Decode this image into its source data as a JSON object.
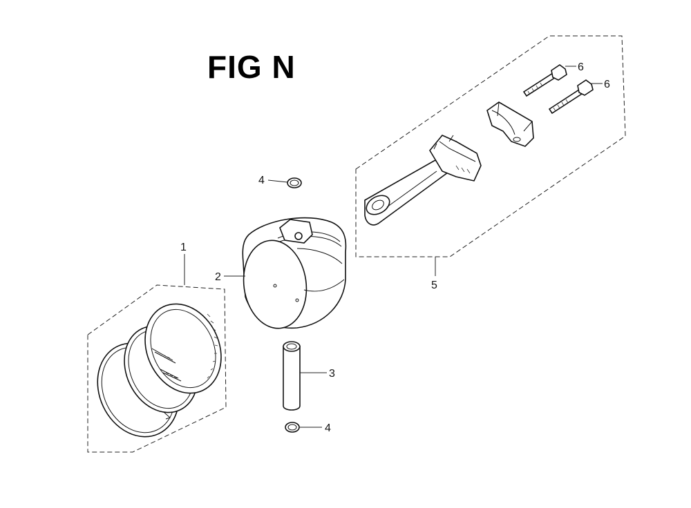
{
  "figure": {
    "title": "FIG N"
  },
  "callouts": {
    "ring_set": "1",
    "piston": "2",
    "piston_pin": "3",
    "clip_top": "4",
    "clip_bottom": "4",
    "connecting_rod_assy": "5",
    "rod_bolt_a": "6",
    "rod_bolt_b": "6"
  }
}
